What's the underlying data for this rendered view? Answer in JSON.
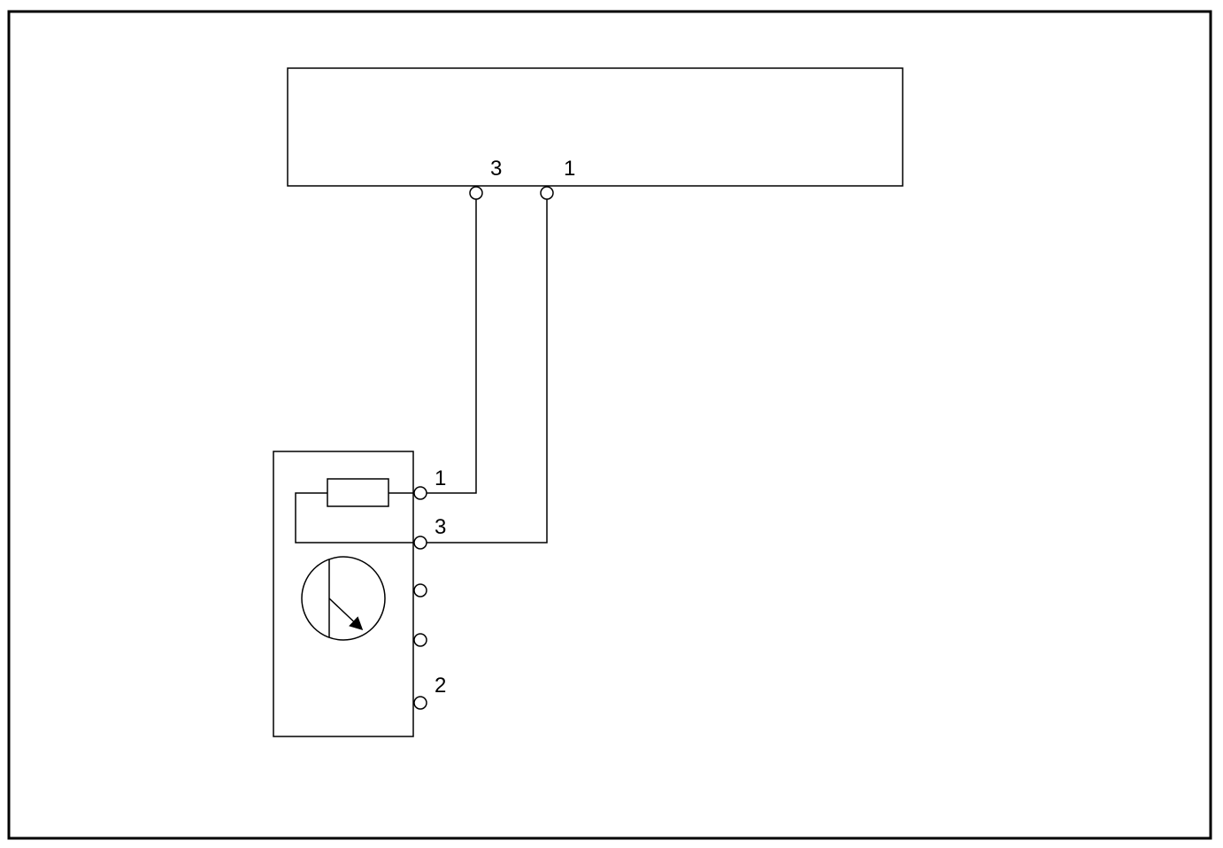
{
  "diagram": {
    "stroke_color": "#000000",
    "background_color": "#ffffff",
    "control_unit": {
      "pin_labels": [
        "3",
        "1"
      ]
    },
    "tester": {
      "terminal_labels": [
        "1",
        "3",
        "",
        "",
        "2"
      ],
      "icons": [
        "resistor-icon",
        "transistor-meter-icon"
      ]
    },
    "wires": [
      {
        "from": "control-unit-pin-3",
        "to": "tester-terminal-1"
      },
      {
        "from": "control-unit-pin-1",
        "to": "tester-terminal-3"
      }
    ]
  }
}
